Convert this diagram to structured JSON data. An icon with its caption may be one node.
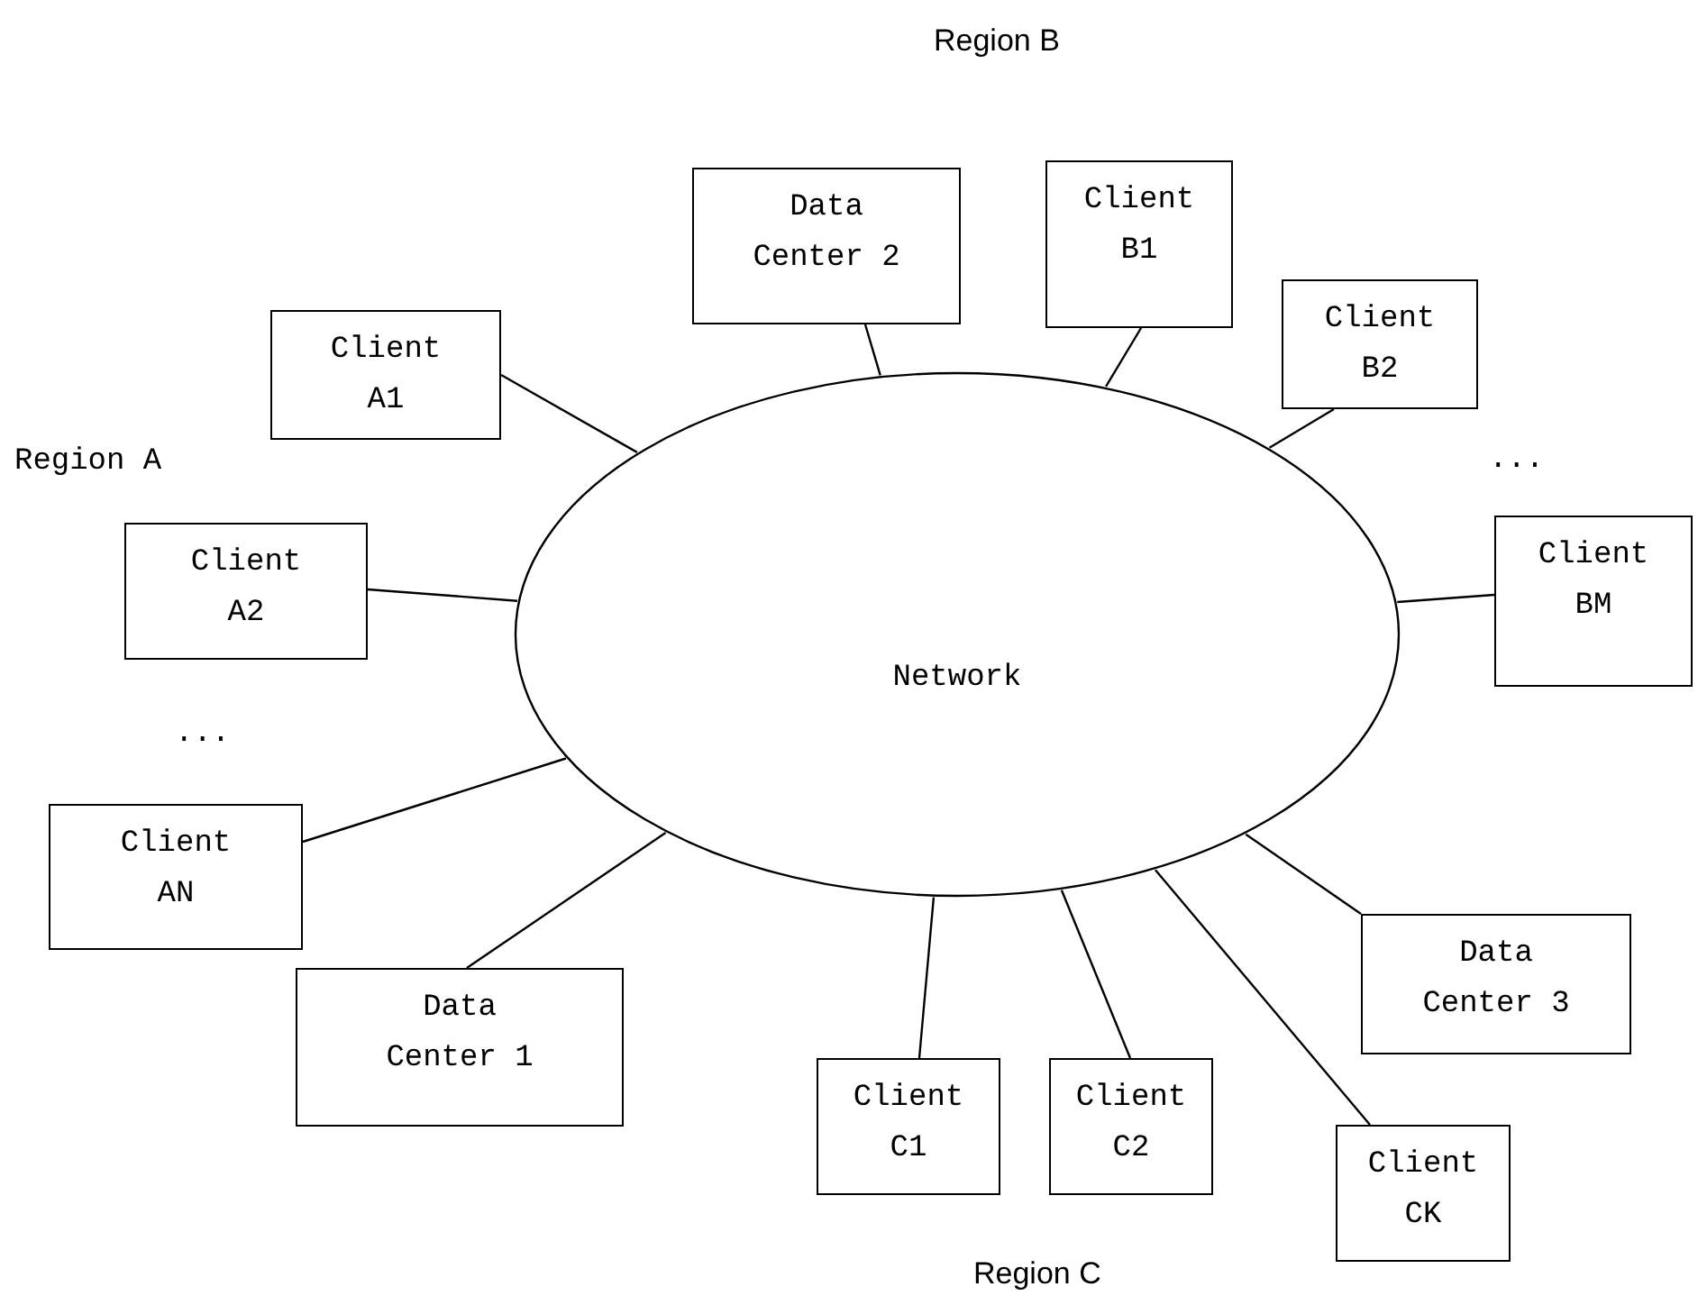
{
  "diagram": {
    "nodes": [
      {
        "text": [
          "Network"
        ]
      },
      {
        "text": [
          "Data Center 2"
        ]
      },
      {
        "text": [
          "Client B1"
        ]
      },
      {
        "text": [
          "Client A1"
        ]
      },
      {
        "text": [
          "Client B2"
        ]
      },
      {
        "text": [
          "Client A2"
        ]
      },
      {
        "text": [
          "Client BM"
        ]
      },
      {
        "text": [
          "Client AN"
        ]
      },
      {
        "text": [
          "Data Center 3"
        ]
      },
      {
        "text": [
          "Data Center 1"
        ]
      },
      {
        "text": [
          "Client C1"
        ]
      },
      {
        "text": [
          "Client C2"
        ]
      },
      {
        "text": [
          "Client CK"
        ]
      }
    ],
    "edges": [
      {
        "from": 1,
        "to": 0,
        "arrow": "none"
      },
      {
        "from": 2,
        "to": 0,
        "arrow": "none"
      },
      {
        "from": 3,
        "to": 0,
        "arrow": "none"
      },
      {
        "from": 4,
        "to": 0,
        "arrow": "none"
      },
      {
        "from": 5,
        "to": 0,
        "arrow": "none"
      },
      {
        "from": 6,
        "to": 0,
        "arrow": "none"
      },
      {
        "from": 7,
        "to": 0,
        "arrow": "none"
      },
      {
        "from": 8,
        "to": 0,
        "arrow": "none"
      },
      {
        "from": 9,
        "to": 0,
        "arrow": "none"
      },
      {
        "from": 10,
        "to": 0,
        "arrow": "none"
      },
      {
        "from": 11,
        "to": 0,
        "arrow": "none"
      },
      {
        "from": 12,
        "to": 0,
        "arrow": "none"
      }
    ],
    "labels": [
      "Region B",
      "Region A",
      "...",
      "...",
      "Region C"
    ]
  }
}
